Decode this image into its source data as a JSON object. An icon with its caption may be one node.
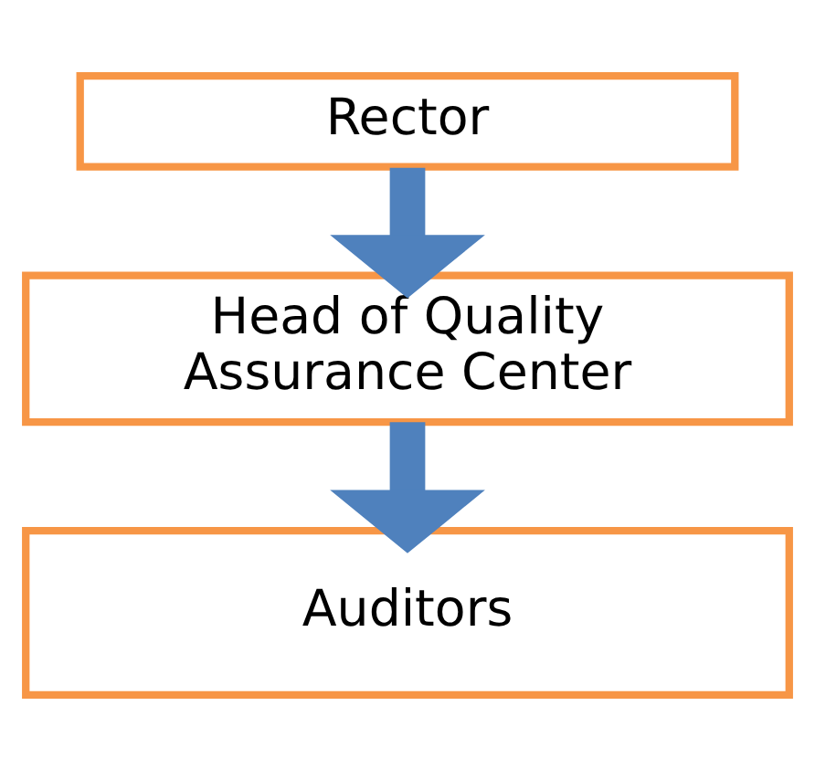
{
  "diagram": {
    "nodes": [
      {
        "text": [
          "Rector"
        ]
      },
      {
        "text": [
          "Head of Quality Assurance Center"
        ]
      },
      {
        "text": [
          "Auditors"
        ]
      }
    ],
    "edges": [
      {
        "from": 0,
        "to": 1,
        "arrow": "to"
      },
      {
        "from": 1,
        "to": 2,
        "arrow": "to"
      }
    ]
  }
}
